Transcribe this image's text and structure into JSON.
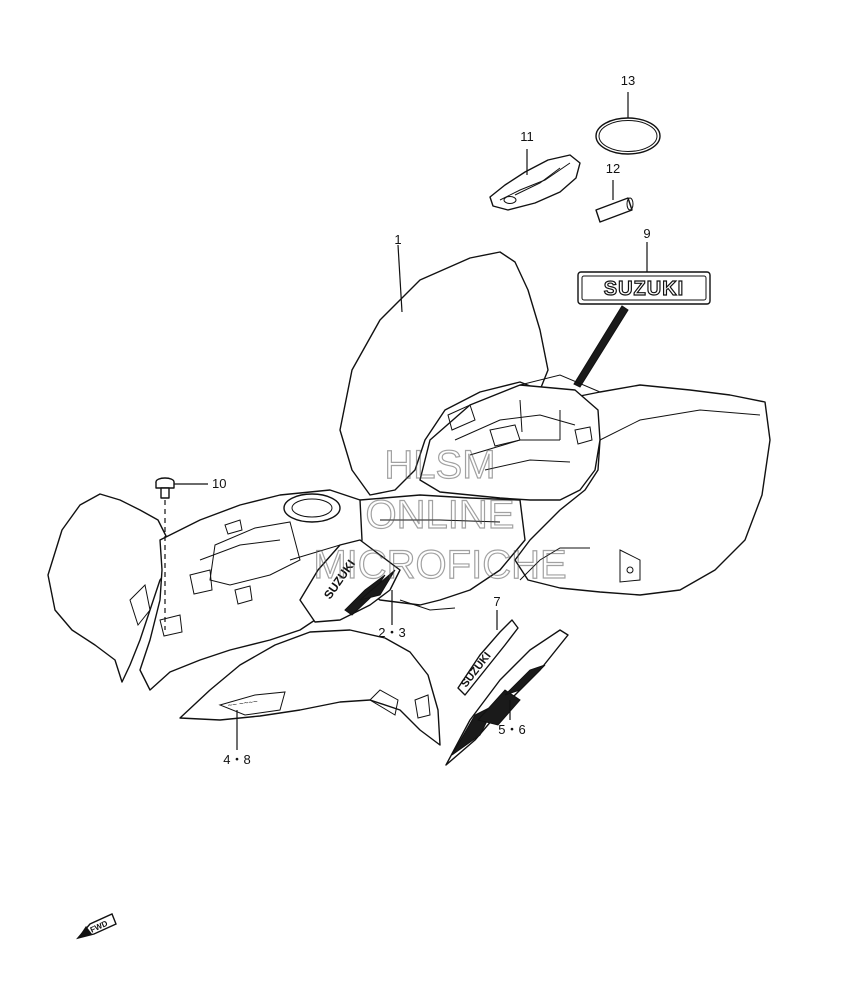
{
  "callouts": {
    "c1": "1",
    "c2_3": "2・3",
    "c4_8": "4・8",
    "c5_6": "5・6",
    "c7": "7",
    "c9": "9",
    "c10": "10",
    "c11": "11",
    "c12": "12",
    "c13": "13"
  },
  "emblem_text": "SUZUKI",
  "decal_text": "SUZUKI",
  "fwd_label": "FWD",
  "watermark": {
    "line1": "HLSM",
    "line2": "ONLINE",
    "line3": "MICROFICHE"
  },
  "colors": {
    "ink": "#111111",
    "background": "#ffffff",
    "watermark": "#555555"
  }
}
